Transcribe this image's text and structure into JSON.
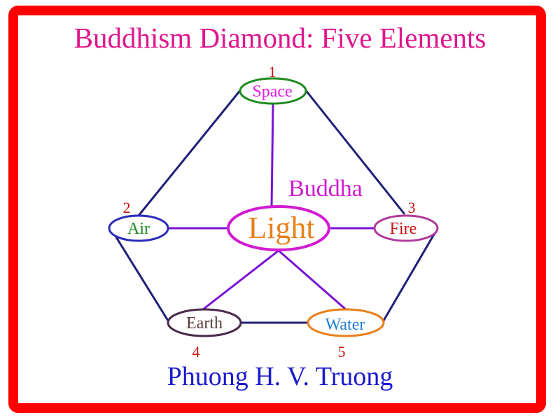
{
  "title": "Buddhism Diamond: Five Elements",
  "author": "Phuong H. V. Truong",
  "center": {
    "top_label": "Buddha",
    "label": "Light"
  },
  "elements": [
    {
      "number": "1",
      "label": "Space",
      "text_color": "#e51ee5",
      "ring_color": "#1f8a1f"
    },
    {
      "number": "2",
      "label": "Air",
      "text_color": "#1f8a1f",
      "ring_color": "#2b2bb8"
    },
    {
      "number": "3",
      "label": "Fire",
      "text_color": "#cc1111",
      "ring_color": "#b03a9a"
    },
    {
      "number": "4",
      "label": "Earth",
      "text_color": "#5a3a3a",
      "ring_color": "#4a2a4a"
    },
    {
      "number": "5",
      "label": "Water",
      "text_color": "#1e7fd8",
      "ring_color": "#e8801a"
    }
  ],
  "colors": {
    "border": "#ff0000",
    "title": "#e0168c",
    "author": "#1a1acc",
    "outer_lines": "#1f1f7a",
    "inner_lines": "#7a12d6",
    "center_ring": "#d21ad2",
    "center_text": "#e8801a",
    "buddha_text": "#d21ad2",
    "numbers": "#cc1111"
  }
}
